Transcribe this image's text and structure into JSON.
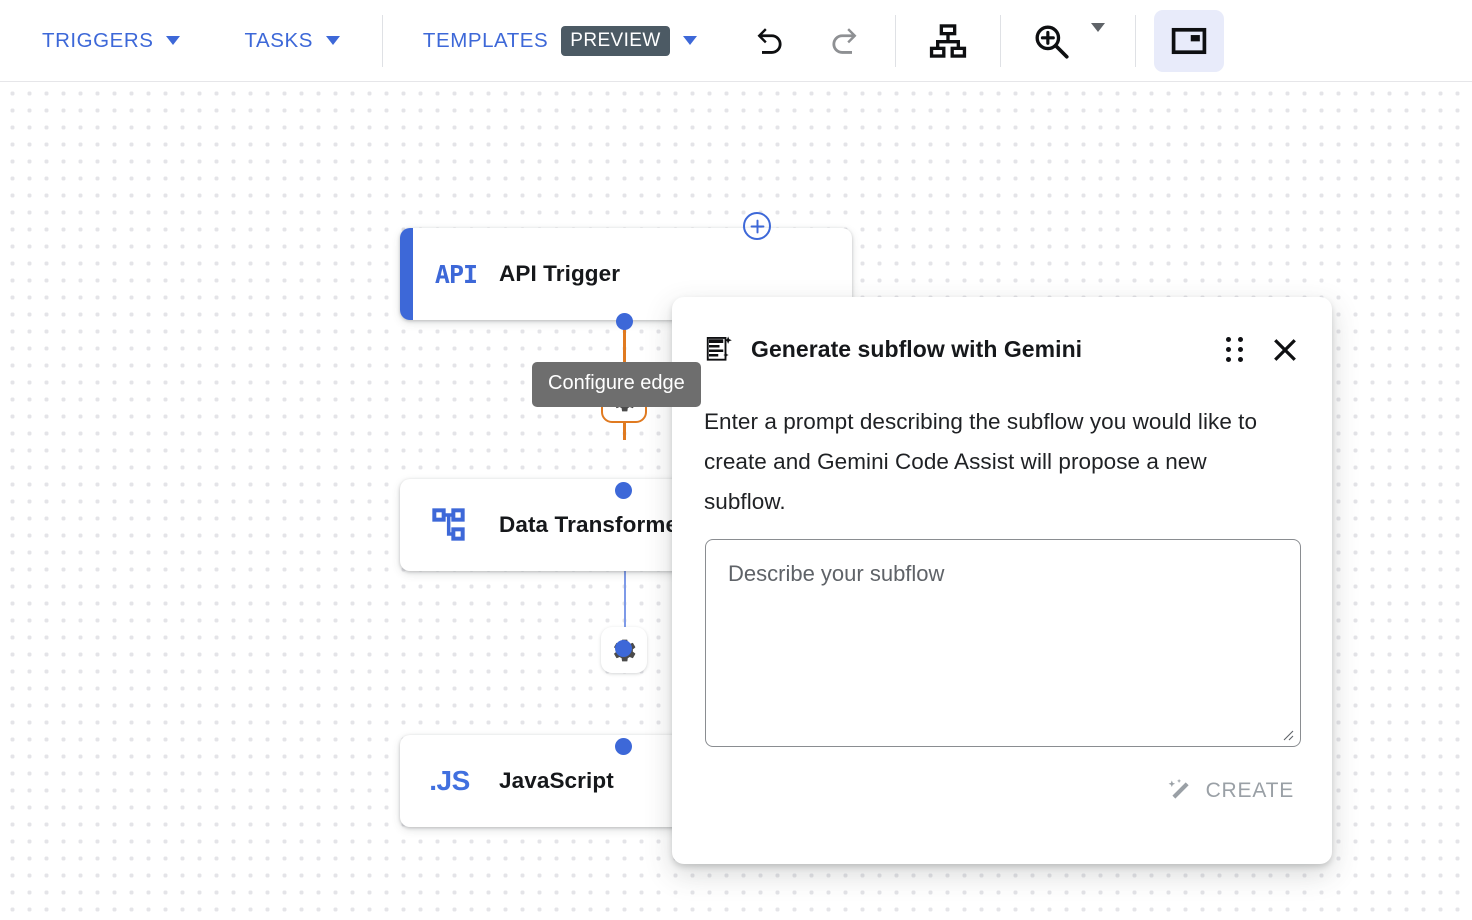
{
  "toolbar": {
    "menus": [
      {
        "label": "TRIGGERS",
        "icon": "chevron-down-icon"
      },
      {
        "label": "TASKS",
        "icon": "chevron-down-icon"
      }
    ],
    "templates": {
      "label": "TEMPLATES",
      "badge": "PREVIEW",
      "icon": "chevron-down-icon"
    },
    "actions": [
      {
        "name": "undo-button",
        "icon": "undo-icon",
        "state": "enabled"
      },
      {
        "name": "redo-button",
        "icon": "redo-icon",
        "state": "disabled"
      },
      {
        "name": "auto-layout-button",
        "icon": "hierarchy-icon",
        "state": "enabled"
      },
      {
        "name": "zoom-button",
        "icon": "zoom-in-icon",
        "state": "enabled"
      },
      {
        "name": "minimap-toggle",
        "icon": "picture-in-picture-icon",
        "state": "active"
      }
    ]
  },
  "canvas": {
    "nodes": [
      {
        "id": "api-trigger",
        "label": "API Trigger",
        "glyph": "API",
        "icon": "api-icon",
        "accent": true
      },
      {
        "id": "data-transformer",
        "label": "Data Transformer",
        "glyph": "",
        "icon": "data-transform-icon",
        "accent": false
      },
      {
        "id": "javascript",
        "label": "JavaScript",
        "glyph": ".JS",
        "icon": "javascript-icon",
        "accent": false
      }
    ],
    "edges": [
      {
        "id": "edge-1",
        "from": "api-trigger",
        "to": "data-transformer",
        "selected": true,
        "color": "#e07a20"
      },
      {
        "id": "edge-2",
        "from": "data-transformer",
        "to": "javascript",
        "selected": false,
        "color": "#7e9ae8"
      }
    ],
    "add_node_button": "add-node-button",
    "tooltip": "Configure edge"
  },
  "dialog": {
    "title": "Generate subflow with Gemini",
    "title_icon": "generate-document-icon",
    "drag_handle": "drag-handle-icon",
    "close": "close-icon",
    "description": "Enter a prompt describing the subflow you would like to create and Gemini Code Assist will propose a new subflow.",
    "prompt_placeholder": "Describe your subflow",
    "prompt_value": "",
    "create_label": "CREATE",
    "create_icon": "magic-wand-icon",
    "create_disabled": true
  },
  "colors": {
    "accent_blue": "#3d68d8",
    "edge_selected": "#e07a20",
    "edge_default": "#7e9ae8",
    "preview_chip": "#4c5a64",
    "tooltip_bg": "#6e6e6e",
    "disabled_text": "#9aa0a6"
  }
}
